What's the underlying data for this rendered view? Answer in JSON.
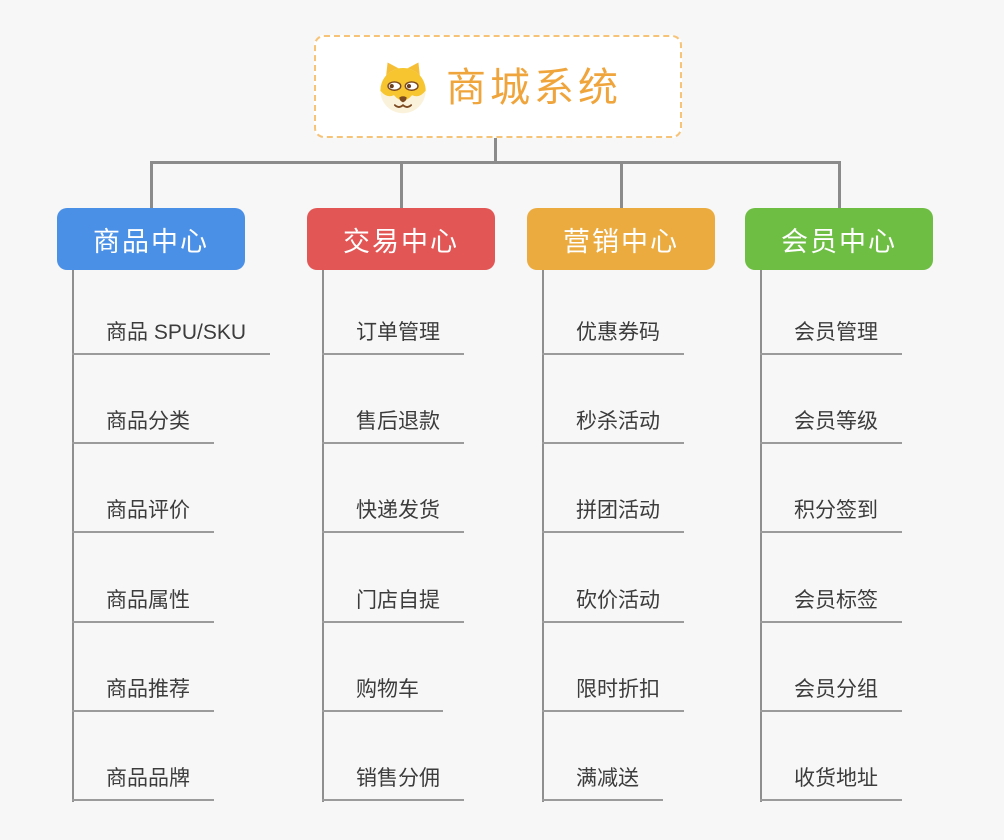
{
  "root": {
    "title": "商城系统",
    "icon": "dog-face-icon"
  },
  "branches": [
    {
      "label": "商品中心",
      "color": "#4B90E7",
      "items": [
        "商品 SPU/SKU",
        "商品分类",
        "商品评价",
        "商品属性",
        "商品推荐",
        "商品品牌"
      ]
    },
    {
      "label": "交易中心",
      "color": "#E25755",
      "items": [
        "订单管理",
        "售后退款",
        "快递发货",
        "门店自提",
        "购物车",
        "销售分佣"
      ]
    },
    {
      "label": "营销中心",
      "color": "#EBAB3F",
      "items": [
        "优惠券码",
        "秒杀活动",
        "拼团活动",
        "砍价活动",
        "限时折扣",
        "满减送"
      ]
    },
    {
      "label": "会员中心",
      "color": "#6EBE44",
      "items": [
        "会员管理",
        "会员等级",
        "积分签到",
        "会员标签",
        "会员分组",
        "收货地址"
      ]
    }
  ],
  "colors": {
    "background": "#f7f7f7",
    "connector": "#8b8b8b",
    "leaf_underline": "#9b9b9b",
    "leaf_text": "#3c3c3c",
    "root_text": "#F0A53C",
    "root_border": "#F6C377"
  }
}
